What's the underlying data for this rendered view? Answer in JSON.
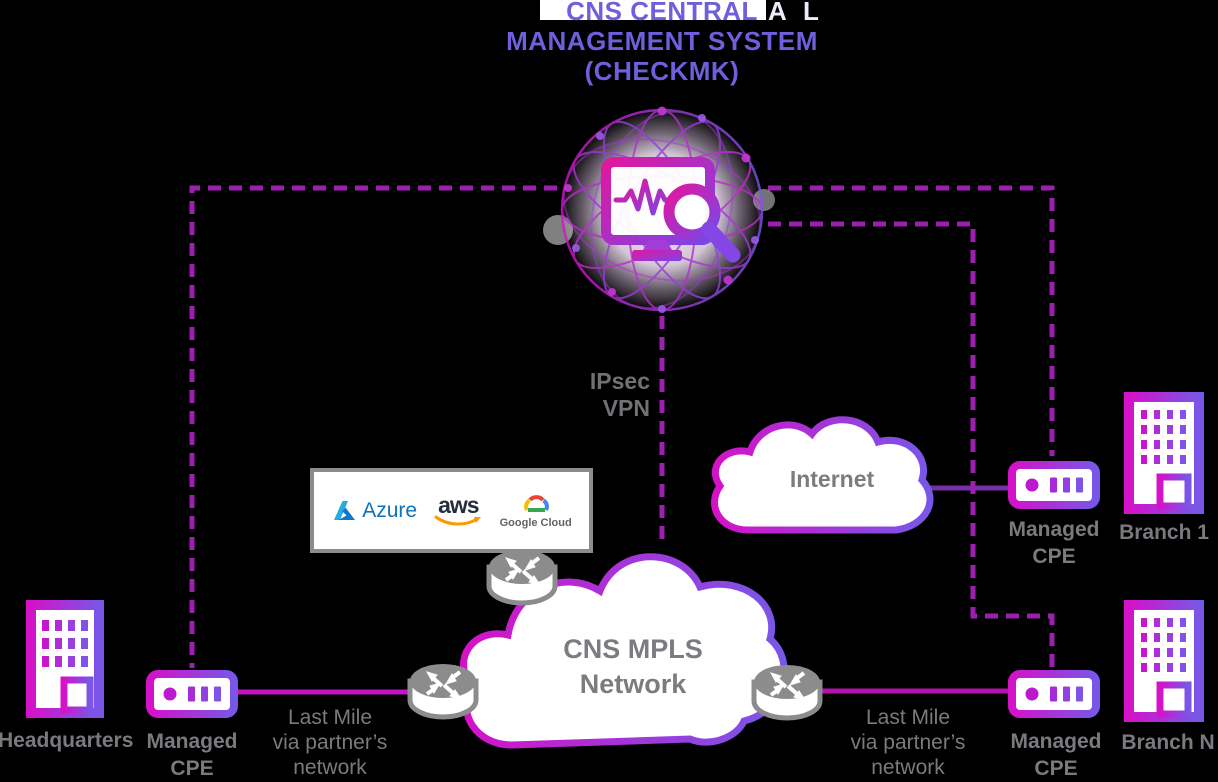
{
  "title": {
    "line1": "CNS CENTRAL",
    "ghost": "A L",
    "line2": "MANAGEMENT SYSTEM",
    "line3": "(CHECKMK)"
  },
  "vpn": {
    "line1": "IPsec",
    "line2": "VPN"
  },
  "clouds": {
    "internet": {
      "label": "Internet"
    },
    "mpls": {
      "line1": "CNS MPLS",
      "line2": "Network"
    }
  },
  "providers": {
    "azure": "Azure",
    "aws": "aws",
    "google": "Google Cloud"
  },
  "sites": {
    "hq": {
      "label": "Headquarters",
      "cpe1": "Managed",
      "cpe2": "CPE"
    },
    "b1": {
      "label": "Branch 1",
      "cpe1": "Managed",
      "cpe2": "CPE"
    },
    "bn": {
      "label": "Branch N",
      "cpe1": "Managed",
      "cpe2": "CPE"
    }
  },
  "lastmile": {
    "left": {
      "l1": "Last Mile",
      "l2": "via partner’s",
      "l3": "network"
    },
    "right": {
      "l1": "Last Mile",
      "l2": "via partner’s",
      "l3": "network"
    }
  },
  "colors": {
    "background": "#000000",
    "title_purple": "#6F5FDD",
    "dash_purple": "#9C1FB0",
    "gradient_magenta": "#D412C8",
    "gradient_purple": "#7857E8",
    "node_gray": "#8C8C8C",
    "label_gray": "#7B797E",
    "connector_magenta": "#C213BE",
    "connector_purple": "#7430A8",
    "azure_blue": "#1072BA",
    "aws_dark": "#252F3E",
    "aws_orange": "#FF9900"
  }
}
